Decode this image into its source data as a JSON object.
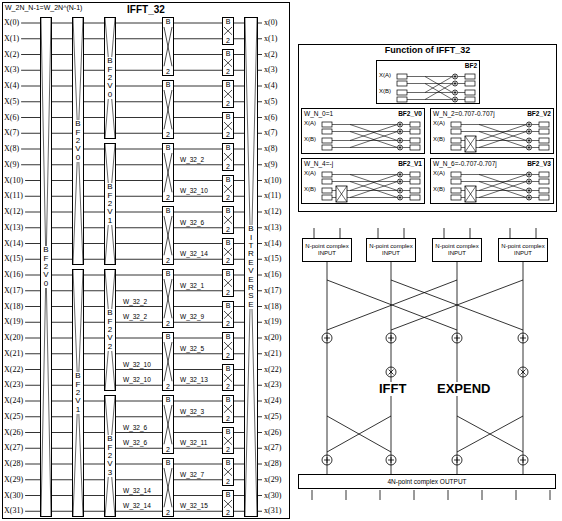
{
  "diagram": {
    "nodes": [
      {
        "text": [
          "IFFT_32"
        ]
      },
      {
        "text": [
          "BF2 V0"
        ],
        "in": 0
      },
      {
        "text": [
          "BF2 V0"
        ],
        "in": 0
      },
      {
        "text": [
          "BF2 V1"
        ],
        "in": 0
      },
      {
        "text": [
          "BF2 V0"
        ],
        "in": 0
      },
      {
        "text": [
          "BF2 V1"
        ],
        "in": 0
      },
      {
        "text": [
          "BF2 V2"
        ],
        "in": 0
      },
      {
        "text": [
          "BF2 V3"
        ],
        "in": 0
      },
      {
        "text": [
          "B",
          "2"
        ],
        "in": 0
      },
      {
        "text": [
          "B",
          "2"
        ],
        "in": 0
      },
      {
        "text": [
          "B",
          "2"
        ],
        "in": 0
      },
      {
        "text": [
          "B",
          "2"
        ],
        "in": 0
      },
      {
        "text": [
          "B",
          "2"
        ],
        "in": 0
      },
      {
        "text": [
          "B",
          "2"
        ],
        "in": 0
      },
      {
        "text": [
          "B",
          "2"
        ],
        "in": 0
      },
      {
        "text": [
          "B",
          "2"
        ],
        "in": 0
      },
      {
        "text": [
          "B",
          "2"
        ],
        "in": 0
      },
      {
        "text": [
          "B",
          "2"
        ],
        "in": 0
      },
      {
        "text": [
          "B",
          "2"
        ],
        "in": 0
      },
      {
        "text": [
          "B",
          "2"
        ],
        "in": 0
      },
      {
        "text": [
          "B",
          "2"
        ],
        "in": 0
      },
      {
        "text": [
          "B",
          "2"
        ],
        "in": 0
      },
      {
        "text": [
          "B",
          "2"
        ],
        "in": 0
      },
      {
        "text": [
          "B",
          "2"
        ],
        "in": 0
      },
      {
        "text": [
          "B",
          "2"
        ],
        "in": 0
      },
      {
        "text": [
          "B",
          "2"
        ],
        "in": 0
      },
      {
        "text": [
          "B",
          "2"
        ],
        "in": 0
      },
      {
        "text": [
          "B",
          "2"
        ],
        "in": 0
      },
      {
        "text": [
          "B",
          "2"
        ],
        "in": 0
      },
      {
        "text": [
          "B",
          "2"
        ],
        "in": 0
      },
      {
        "text": [
          "B",
          "2"
        ],
        "in": 0
      },
      {
        "text": [
          "B",
          "2"
        ],
        "in": 0
      },
      {
        "text": [
          "BIT REVERSE"
        ],
        "in": 0
      },
      {
        "text": [
          "Function of IFFT_32"
        ]
      },
      {
        "text": [
          "BF2",
          "X(A)",
          "X(B)"
        ],
        "in": 33
      },
      {
        "text": [
          "W_N_0=1",
          "BF2_V0",
          "X(A)",
          "X(B)"
        ],
        "in": 33
      },
      {
        "text": [
          "W_N_2=0.707-0.707j",
          "BF2_V2",
          "X(A)",
          "X(B)"
        ],
        "in": 33
      },
      {
        "text": [
          "W_N_4=-j",
          "BF2_V1",
          "X(A)",
          "X(B)"
        ],
        "in": 33
      },
      {
        "text": [
          "W_N_6=-0.707-0.707j",
          "BF2_V3",
          "X(A)",
          "X(B)"
        ],
        "in": 33
      },
      {
        "text": [
          "N-point complex INPUT"
        ]
      },
      {
        "text": [
          "N-point complex INPUT"
        ]
      },
      {
        "text": [
          "N-point complex INPUT"
        ]
      },
      {
        "text": [
          "N-point complex INPUT"
        ]
      },
      {
        "text": [
          "4N-point complex OUTPUT"
        ]
      }
    ],
    "edges": [
      {
        "from": 1,
        "to": 2,
        "arrow": "none"
      },
      {
        "from": 1,
        "to": 3,
        "arrow": "none"
      },
      {
        "from": 2,
        "to": 4,
        "arrow": "none"
      },
      {
        "from": 2,
        "to": 5,
        "arrow": "none"
      },
      {
        "from": 3,
        "to": 6,
        "arrow": "none"
      },
      {
        "from": 3,
        "to": 7,
        "arrow": "none"
      },
      {
        "from": 4,
        "to": 8,
        "arrow": "none"
      },
      {
        "from": 4,
        "to": 9,
        "arrow": "none"
      },
      {
        "from": 5,
        "to": 10,
        "arrow": "none"
      },
      {
        "from": 5,
        "to": 11,
        "arrow": "none"
      },
      {
        "from": 6,
        "to": 12,
        "arrow": "none"
      },
      {
        "from": 6,
        "to": 13,
        "arrow": "none"
      },
      {
        "from": 7,
        "to": 14,
        "arrow": "none"
      },
      {
        "from": 7,
        "to": 15,
        "arrow": "none"
      },
      {
        "from": 8,
        "to": 16,
        "arrow": "none"
      },
      {
        "from": 8,
        "to": 17,
        "arrow": "none"
      },
      {
        "from": 9,
        "to": 18,
        "arrow": "none"
      },
      {
        "from": 9,
        "to": 19,
        "arrow": "none"
      },
      {
        "from": 10,
        "to": 20,
        "arrow": "none"
      },
      {
        "from": 10,
        "to": 21,
        "arrow": "none"
      },
      {
        "from": 11,
        "to": 22,
        "arrow": "none"
      },
      {
        "from": 11,
        "to": 23,
        "arrow": "none"
      },
      {
        "from": 12,
        "to": 24,
        "arrow": "none"
      },
      {
        "from": 12,
        "to": 25,
        "arrow": "none"
      },
      {
        "from": 13,
        "to": 26,
        "arrow": "none"
      },
      {
        "from": 13,
        "to": 27,
        "arrow": "none"
      },
      {
        "from": 14,
        "to": 28,
        "arrow": "none"
      },
      {
        "from": 14,
        "to": 29,
        "arrow": "none"
      },
      {
        "from": 15,
        "to": 30,
        "arrow": "none"
      },
      {
        "from": 15,
        "to": 31,
        "arrow": "none"
      },
      {
        "from": 16,
        "to": 32,
        "arrow": "none"
      },
      {
        "from": 17,
        "to": 32,
        "arrow": "none"
      },
      {
        "from": 18,
        "to": 32,
        "arrow": "none"
      },
      {
        "from": 19,
        "to": 32,
        "arrow": "none"
      },
      {
        "from": 20,
        "to": 32,
        "arrow": "none"
      },
      {
        "from": 21,
        "to": 32,
        "arrow": "none"
      },
      {
        "from": 22,
        "to": 32,
        "arrow": "none"
      },
      {
        "from": 23,
        "to": 32,
        "arrow": "none"
      },
      {
        "from": 24,
        "to": 32,
        "arrow": "none"
      },
      {
        "from": 25,
        "to": 32,
        "arrow": "none"
      },
      {
        "from": 26,
        "to": 32,
        "arrow": "none"
      },
      {
        "from": 27,
        "to": 32,
        "arrow": "none"
      },
      {
        "from": 28,
        "to": 32,
        "arrow": "none"
      },
      {
        "from": 29,
        "to": 32,
        "arrow": "none"
      },
      {
        "from": 30,
        "to": 32,
        "arrow": "none"
      },
      {
        "from": 31,
        "to": 32,
        "arrow": "none"
      },
      {
        "from": 39,
        "to": 43,
        "arrow": "none"
      },
      {
        "from": 40,
        "to": 43,
        "arrow": "none"
      },
      {
        "from": 41,
        "to": 43,
        "arrow": "none"
      },
      {
        "from": 42,
        "to": 43,
        "arrow": "none"
      }
    ],
    "labels": [
      "W_2N_N-1=W_2N^(N-1)",
      "X(0)",
      "X(1)",
      "X(2)",
      "X(3)",
      "X(4)",
      "X(5)",
      "X(6)",
      "X(7)",
      "X(8)",
      "X(9)",
      "X(10)",
      "X(11)",
      "X(12)",
      "X(13)",
      "X(14)",
      "X(15)",
      "X(16)",
      "X(17)",
      "X(18)",
      "X(19)",
      "X(20)",
      "X(21)",
      "X(22)",
      "X(23)",
      "X(24)",
      "X(25)",
      "X(26)",
      "X(27)",
      "X(28)",
      "X(29)",
      "X(30)",
      "X(31)",
      "x(0)",
      "x(1)",
      "x(2)",
      "x(3)",
      "x(4)",
      "x(5)",
      "x(6)",
      "x(7)",
      "x(8)",
      "x(9)",
      "x(10)",
      "x(11)",
      "x(12)",
      "x(13)",
      "x(14)",
      "x(15)",
      "x(16)",
      "x(17)",
      "x(18)",
      "x(19)",
      "x(20)",
      "x(21)",
      "x(22)",
      "x(23)",
      "x(24)",
      "x(25)",
      "x(26)",
      "x(27)",
      "x(28)",
      "x(29)",
      "x(30)",
      "x(31)",
      "W_32_2",
      "W_32_2",
      "W_32_10",
      "W_32_10",
      "W_32_6",
      "W_32_6",
      "W_32_14",
      "W_32_14",
      "W_32_2",
      "W_32_10",
      "W_32_6",
      "W_32_14",
      "W_32_1",
      "W_32_9",
      "W_32_5",
      "W_32_13",
      "W_32_3",
      "W_32_11",
      "W_32_7",
      "W_32_15",
      "IFFT",
      "EXPEND"
    ]
  }
}
